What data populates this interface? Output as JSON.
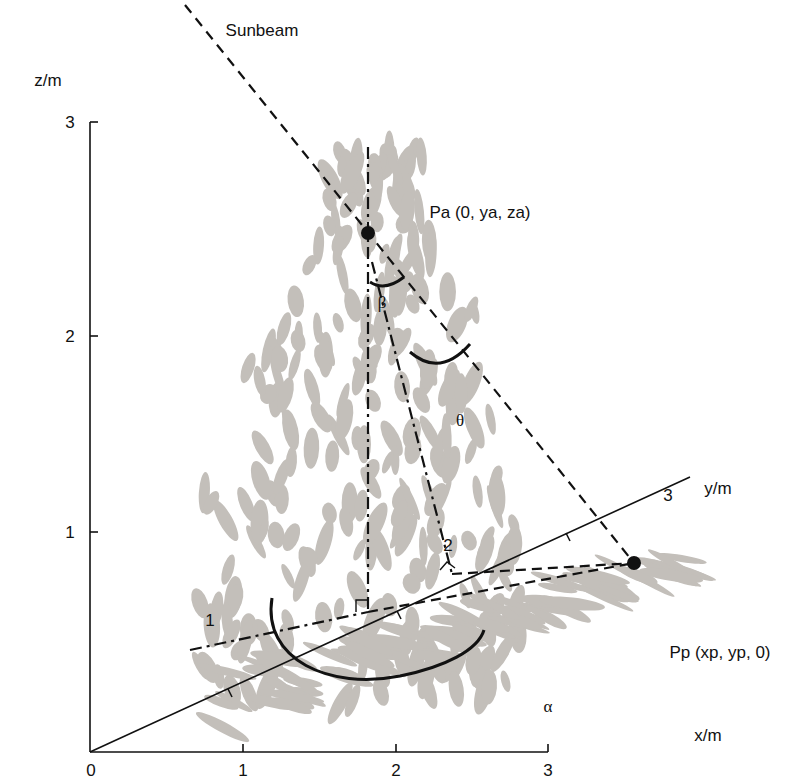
{
  "diagram": {
    "labels": [
      "Sunbeam",
      "z/m",
      "3",
      "2",
      "1",
      "Pa (0, ya, za)",
      "β",
      "θ",
      "3",
      "2",
      "1",
      "y/m",
      "Pp (xp, yp, 0)",
      "α",
      "x/m",
      "0",
      "1",
      "2",
      "3"
    ]
  }
}
